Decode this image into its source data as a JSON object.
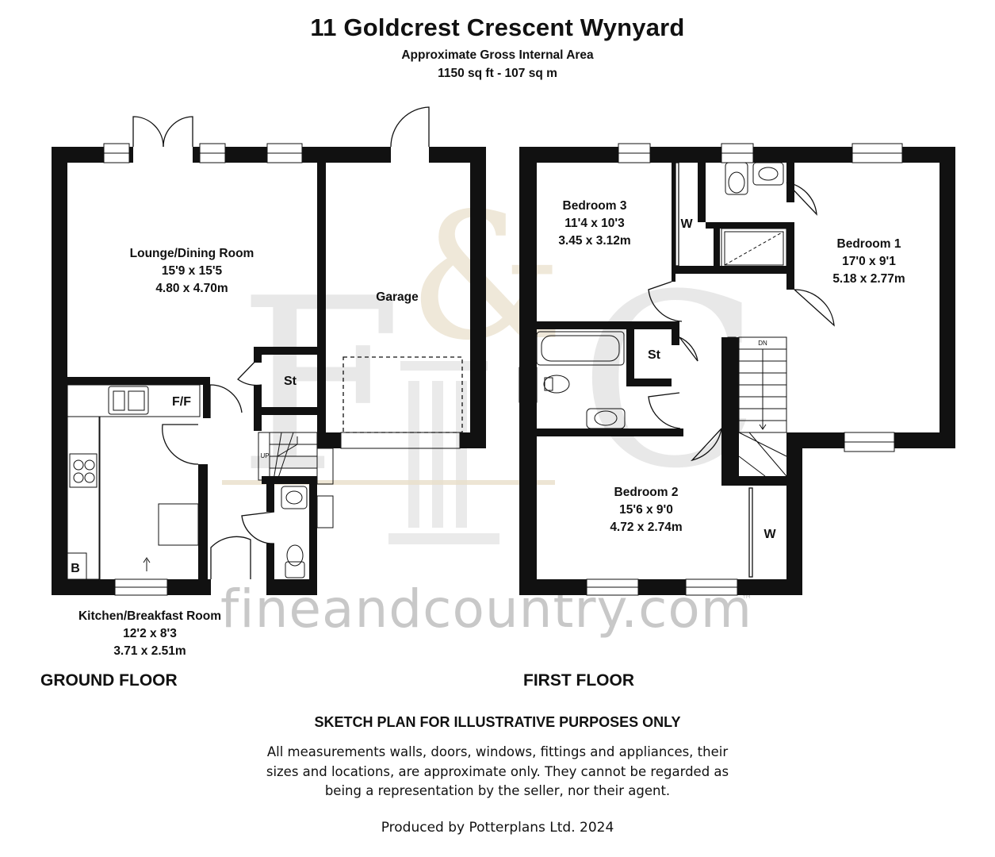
{
  "header": {
    "title": "11 Goldcrest Crescent Wynyard",
    "subtitle_area": "Approximate Gross Internal Area",
    "subtitle_size": "1150 sq ft - 107 sq m"
  },
  "watermark": {
    "text": "fineandcountry.com",
    "trademark": "™",
    "logo_letters": "F&C"
  },
  "ground_floor": {
    "label": "GROUND FLOOR",
    "lounge": {
      "name": "Lounge/Dining Room",
      "imperial": "15'9 x 15'5",
      "metric": "4.80 x 4.70m"
    },
    "garage": {
      "name": "Garage"
    },
    "store": {
      "name": "St"
    },
    "fridge": {
      "name": "F/F"
    },
    "boiler": {
      "name": "B"
    },
    "stairs_up": {
      "name": "UP"
    },
    "kitchen": {
      "name": "Kitchen/Breakfast Room",
      "imperial": "12'2 x 8'3",
      "metric": "3.71 x 2.51m"
    }
  },
  "first_floor": {
    "label": "FIRST FLOOR",
    "bedroom3": {
      "name": "Bedroom 3",
      "imperial": "11'4 x 10'3",
      "metric": "3.45 x 3.12m"
    },
    "bedroom1": {
      "name": "Bedroom 1",
      "imperial": "17'0 x 9'1",
      "metric": "5.18 x 2.77m"
    },
    "bedroom2": {
      "name": "Bedroom 2",
      "imperial": "15'6 x 9'0",
      "metric": "4.72 x 2.74m"
    },
    "wardrobe3": {
      "name": "W"
    },
    "wardrobe2": {
      "name": "W"
    },
    "store": {
      "name": "St"
    },
    "stairs_down": {
      "name": "DN"
    }
  },
  "footer": {
    "heading": "SKETCH PLAN FOR ILLUSTRATIVE PURPOSES ONLY",
    "line1": "All measurements walls, doors, windows, fittings and appliances, their",
    "line2": "sizes and locations, are approximate only. They cannot be regarded as",
    "line3": "being a representation by the seller, nor their agent.",
    "produced": "Produced by Potterplans Ltd. 2024"
  },
  "colors": {
    "wall": "#111111",
    "watermark_grey": "#c8c8c8",
    "watermark_gold": "#e9dfc9"
  }
}
